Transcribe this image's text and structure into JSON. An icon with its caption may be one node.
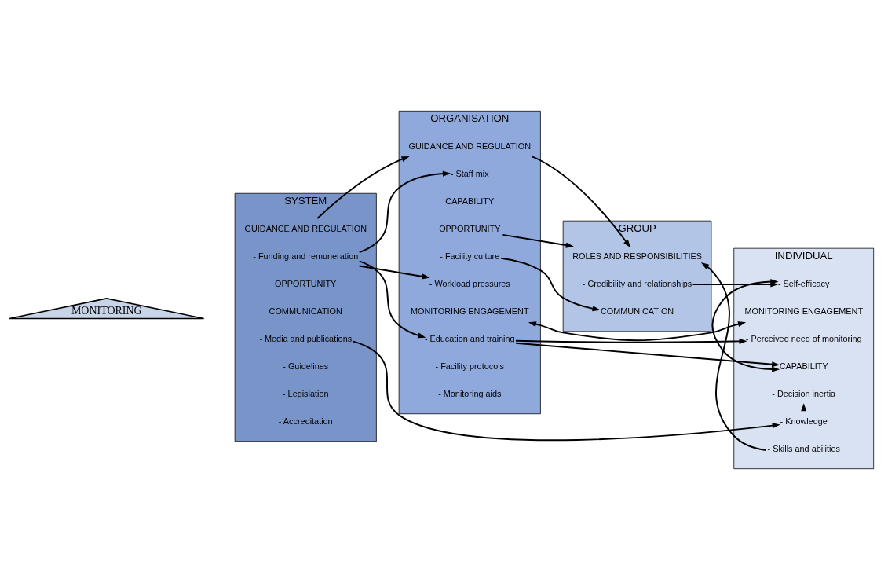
{
  "diagram": {
    "nodes": [
      {
        "text": [
          "MONITORING"
        ]
      },
      {
        "text": [
          "SYSTEM"
        ]
      },
      {
        "text": [
          "COMMUNICATION"
        ],
        "in": 1
      },
      {
        "text": [
          "- Media and publications"
        ],
        "in": 1
      },
      {
        "text": [
          "OPPORTUNITY"
        ],
        "in": 1
      },
      {
        "text": [
          "- Funding and remuneration"
        ],
        "in": 1
      },
      {
        "text": [
          "GUIDANCE AND REGULATION"
        ],
        "in": 1
      },
      {
        "text": [
          "- Guidelines"
        ],
        "in": 1
      },
      {
        "text": [
          "- Legislation"
        ],
        "in": 1
      },
      {
        "text": [
          "- Accreditation"
        ],
        "in": 1
      },
      {
        "text": [
          "ORGANISATION"
        ]
      },
      {
        "text": [
          "MONITORING ENGAGEMENT"
        ],
        "in": 10
      },
      {
        "text": [
          "- Facility culture"
        ],
        "in": 10
      },
      {
        "text": [
          "CAPABILITY"
        ],
        "in": 10
      },
      {
        "text": [
          "- Education and training"
        ],
        "in": 10
      },
      {
        "text": [
          "OPPORTUNITY"
        ],
        "in": 10
      },
      {
        "text": [
          "- Workload pressures"
        ],
        "in": 10
      },
      {
        "text": [
          "- Staff mix"
        ],
        "in": 10
      },
      {
        "text": [
          "GUIDANCE AND REGULATION"
        ],
        "in": 10
      },
      {
        "text": [
          "- Facility protocols"
        ],
        "in": 10
      },
      {
        "text": [
          "- Monitoring aids"
        ],
        "in": 10
      },
      {
        "text": [
          "GROUP"
        ]
      },
      {
        "text": [
          "COMMUNICATION"
        ],
        "in": 21
      },
      {
        "text": [
          "- Credibility and relationships"
        ],
        "in": 21
      },
      {
        "text": [
          "ROLES AND RESPONSIBILITIES"
        ],
        "in": 21
      },
      {
        "text": [
          "INDIVIDUAL"
        ]
      },
      {
        "text": [
          "MONITORING ENGAGEMENT"
        ],
        "in": 25
      },
      {
        "text": [
          "- Perceived need of monitoring"
        ],
        "in": 25
      },
      {
        "text": [
          "- Decision inertia"
        ],
        "in": 25
      },
      {
        "text": [
          "- Self-efficacy"
        ],
        "in": 25
      },
      {
        "text": [
          "CAPABILITY"
        ],
        "in": 25
      },
      {
        "text": [
          "- Knowledge"
        ],
        "in": 25
      },
      {
        "text": [
          "- Skills and abilities"
        ],
        "in": 25
      }
    ],
    "edges": [
      {
        "from": 11,
        "to": 26,
        "arrow": "both"
      },
      {
        "from": 3,
        "to": 31,
        "arrow": "to"
      },
      {
        "from": 12,
        "to": 22,
        "arrow": "to"
      },
      {
        "from": 5,
        "to": 14,
        "arrow": "to"
      },
      {
        "from": 5,
        "to": 16,
        "arrow": "to"
      },
      {
        "from": 5,
        "to": 17,
        "arrow": "to"
      },
      {
        "from": 14,
        "to": 27,
        "arrow": "to"
      },
      {
        "from": 14,
        "to": 30,
        "arrow": "to"
      },
      {
        "from": 23,
        "to": 29,
        "arrow": "to"
      },
      {
        "from": 31,
        "to": 28,
        "arrow": "to"
      },
      {
        "from": 29,
        "to": 30,
        "arrow": "both"
      },
      {
        "from": 6,
        "to": 18,
        "arrow": "to"
      },
      {
        "from": 15,
        "to": 24,
        "arrow": "to"
      },
      {
        "from": 18,
        "to": 24,
        "arrow": "to"
      },
      {
        "from": 32,
        "to": 24,
        "arrow": "to"
      }
    ]
  }
}
